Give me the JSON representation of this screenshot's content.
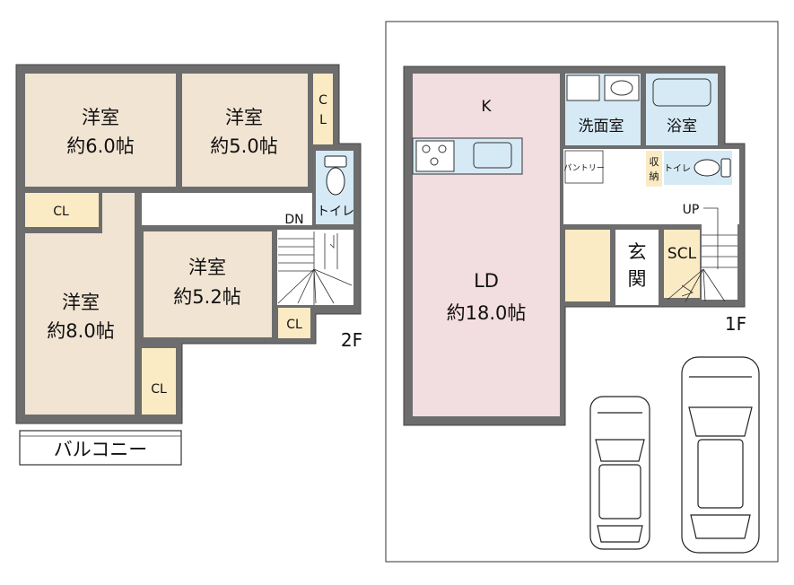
{
  "floor2": {
    "label": "2F",
    "rooms": {
      "yoshitsu_a": {
        "name": "洋室",
        "size": "約6.0帖"
      },
      "yoshitsu_b": {
        "name": "洋室",
        "size": "約5.0帖"
      },
      "yoshitsu_c": {
        "name": "洋室",
        "size": "約8.0帖"
      },
      "yoshitsu_d": {
        "name": "洋室",
        "size": "約5.2帖"
      }
    },
    "cl_top_a": "C",
    "cl_top_b": "L",
    "cl": "CL",
    "toilet": "トイレ",
    "dn": "DN",
    "balcony": "バルコニー"
  },
  "floor1": {
    "label": "1F",
    "k": "K",
    "ld_a": "LD",
    "ld_b": "約18.0帖",
    "senmen": "洗面室",
    "yokushitsu": "浴室",
    "pantry": "パントリー",
    "shuno_a": "収",
    "shuno_b": "納",
    "toilet": "トイレ",
    "up": "UP",
    "genkan_a": "玄",
    "genkan_b": "関",
    "scl": "SCL"
  },
  "colors": {
    "wall": "#6d6d6d",
    "room_beige": "#f2e4d3",
    "closet": "#fbebc4",
    "ld_pink": "#f2dde0",
    "water_blue": "#d6eaf6",
    "line": "#222222"
  }
}
